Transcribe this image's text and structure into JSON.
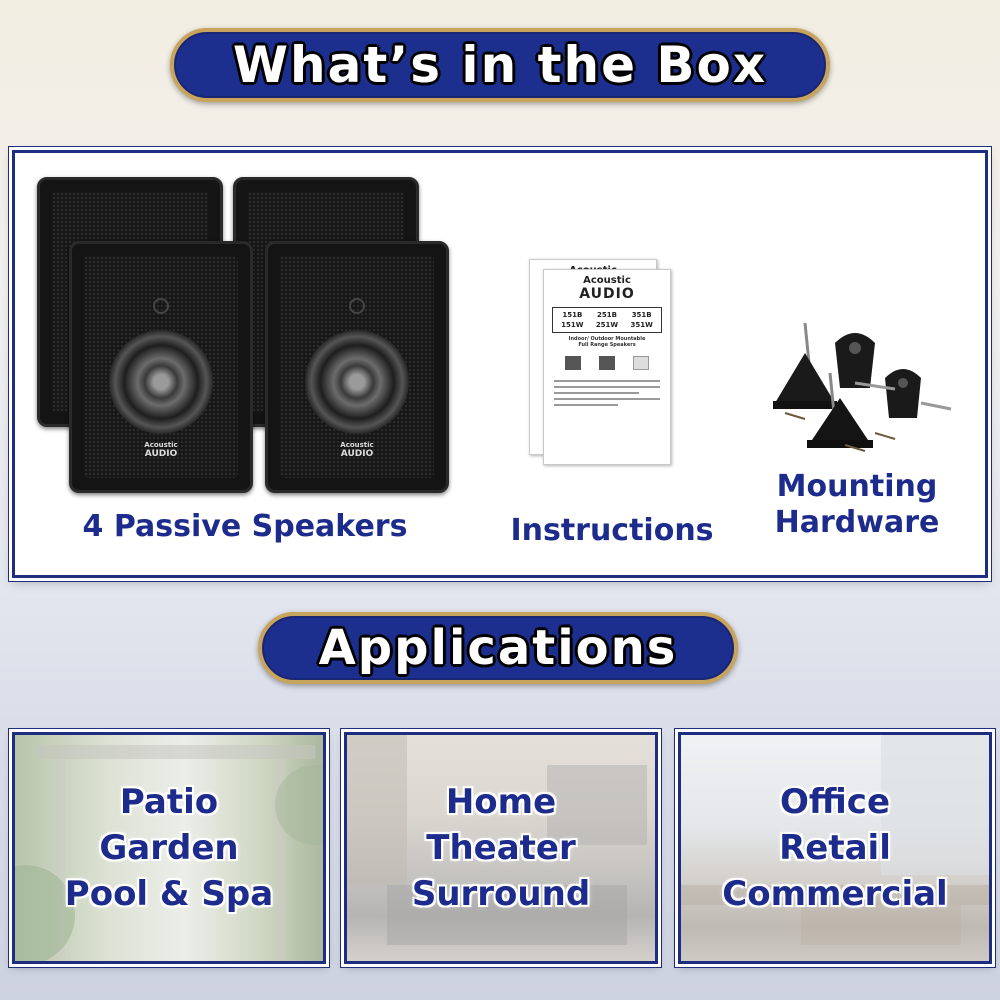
{
  "header": {
    "title": "What’s in the Box"
  },
  "box": {
    "items": [
      {
        "label": "4 Passive Speakers"
      },
      {
        "label": "Instructions"
      },
      {
        "label_line1": "Mounting",
        "label_line2": "Hardware"
      }
    ],
    "speaker_logo_line1": "Acoustic",
    "speaker_logo_line2": "AUDIO",
    "manual": {
      "brand_top": "Acoustic",
      "brand_bottom": "AUDIO",
      "models": [
        "151B",
        "251B",
        "351B",
        "151W",
        "251W",
        "351W"
      ],
      "subtitle_line1": "Indoor/ Outdoor Mountable",
      "subtitle_line2": "Full Range Speakers"
    }
  },
  "applications": {
    "title": "Applications",
    "tiles": [
      {
        "lines": [
          "Patio",
          "Garden",
          "Pool & Spa"
        ]
      },
      {
        "lines": [
          "Home",
          "Theater",
          "Surround"
        ]
      },
      {
        "lines": [
          "Office",
          "Retail",
          "Commercial"
        ]
      }
    ]
  },
  "colors": {
    "navy": "#1d2c8c",
    "gold_border": "#c8a45c",
    "pill_fill": "#1c2f8f"
  }
}
